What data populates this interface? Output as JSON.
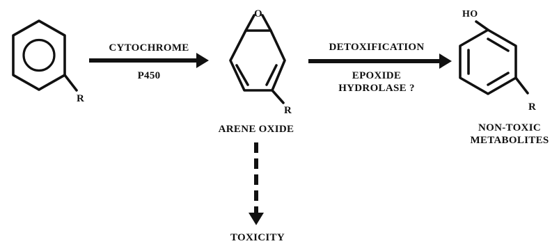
{
  "reaction": {
    "step1": {
      "label_top": "CYTOCHROME",
      "label_bottom": "P450"
    },
    "step2": {
      "label_top": "DETOXIFICATION",
      "label_bottom_line1": "EPOXIDE",
      "label_bottom_line2": "HYDROLASE ?"
    },
    "step3": {
      "label": "TOXICITY"
    }
  },
  "molecules": {
    "substrate": {
      "substituent": "R"
    },
    "arene_oxide": {
      "name": "ARENE OXIDE",
      "epoxide_atom": "O",
      "substituent": "R"
    },
    "product": {
      "hydroxyl": "HO",
      "substituent": "R",
      "name_line1": "NON-TOXIC",
      "name_line2": "METABOLITES"
    }
  }
}
